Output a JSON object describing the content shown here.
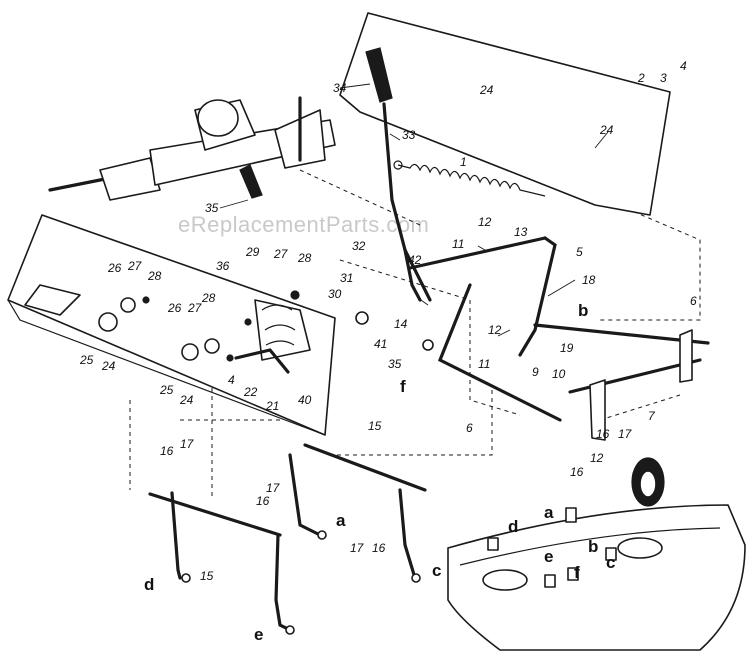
{
  "watermark": "eReplacementParts.com",
  "part_numbers": [
    "1",
    "2",
    "3",
    "4",
    "5",
    "6",
    "7",
    "9",
    "10",
    "11",
    "12",
    "13",
    "14",
    "15",
    "16",
    "17",
    "18",
    "19",
    "21",
    "22",
    "24",
    "25",
    "26",
    "27",
    "28",
    "29",
    "30",
    "31",
    "32",
    "33",
    "34",
    "35",
    "36",
    "40",
    "41",
    "42"
  ],
  "callouts": {
    "p34": "34",
    "p33": "33",
    "p24a": "24",
    "p24b": "24",
    "p2": "2",
    "p3": "3",
    "p4": "4",
    "p1": "1",
    "p35a": "35",
    "p12a": "12",
    "p11a": "11",
    "p13": "13",
    "p5": "5",
    "p18": "18",
    "p32": "32",
    "p42": "42",
    "p31": "31",
    "p30": "30",
    "p14": "14",
    "p41": "41",
    "p35b": "35",
    "p12b": "12",
    "p11b": "11",
    "p19": "19",
    "p6a": "6",
    "p9": "9",
    "p10": "10",
    "p7": "7",
    "p6b": "6",
    "p16a": "16",
    "p17a": "17",
    "p29": "29",
    "p36": "36",
    "p27a": "27",
    "p28a": "28",
    "p26a": "26",
    "p27b": "27",
    "p28b": "28",
    "p25a": "25",
    "p24c": "24",
    "p26b": "26",
    "p27c": "27",
    "p28c": "28",
    "p4b": "4",
    "p22": "22",
    "p21": "21",
    "p40": "40",
    "p25b": "25",
    "p24d": "24",
    "p15a": "15",
    "p16b": "16",
    "p17b": "17",
    "p16c": "16",
    "p17c": "17",
    "p15b": "15",
    "p17d": "17",
    "p16d": "16",
    "p16e": "16",
    "p12c": "12"
  },
  "letters": {
    "b1": "b",
    "f1": "f",
    "a1": "a",
    "d1": "d",
    "e1": "e",
    "c1": "c",
    "a2": "a",
    "d2": "d",
    "e2": "e",
    "f2": "f",
    "b2": "b",
    "c2": "c"
  }
}
